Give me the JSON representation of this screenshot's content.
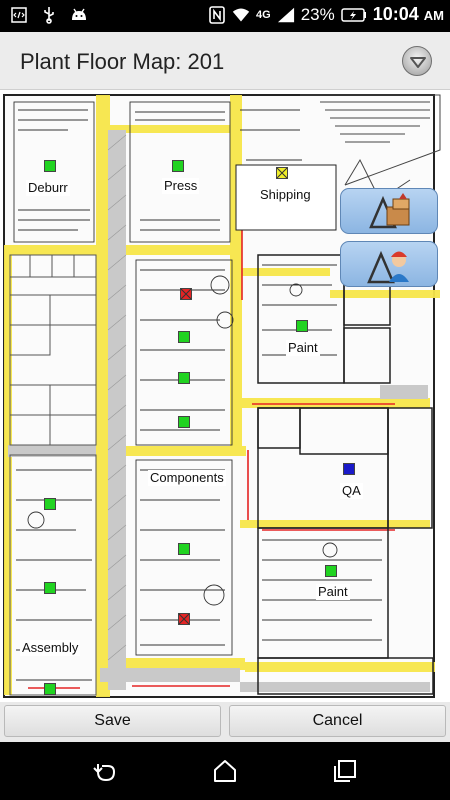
{
  "status_bar": {
    "battery_percent": "23%",
    "network_type": "4G",
    "time": "10:04",
    "time_suffix": "AM",
    "icons": [
      "code-icon",
      "usb-icon",
      "android-icon",
      "nfc-icon",
      "wifi-icon",
      "signal-icon",
      "battery-charging-icon"
    ]
  },
  "header": {
    "title": "Plant Floor Map: 201",
    "menu_icon": "chevron-down-circle-icon"
  },
  "map": {
    "areas": [
      {
        "label": "Deburr",
        "status": "green"
      },
      {
        "label": "Press",
        "status": "green"
      },
      {
        "label": "Shipping",
        "status": "yellow"
      },
      {
        "label": "Paint",
        "status": "green"
      },
      {
        "label": "Components",
        "status": "mixed"
      },
      {
        "label": "QA",
        "status": "blue"
      },
      {
        "label": "Paint",
        "status": "green"
      },
      {
        "label": "Assembly",
        "status": "green"
      }
    ],
    "status_colors": {
      "green": "#21d321",
      "red": "#e52424",
      "blue": "#1a1ac9",
      "yellow": "#f0ee2a"
    },
    "side_buttons": [
      {
        "icon": "inventory-boxes-icon"
      },
      {
        "icon": "worker-icon"
      }
    ]
  },
  "actions": {
    "save_label": "Save",
    "cancel_label": "Cancel"
  },
  "nav_bar": {
    "icons": [
      "back-icon",
      "home-icon",
      "recents-icon"
    ]
  }
}
